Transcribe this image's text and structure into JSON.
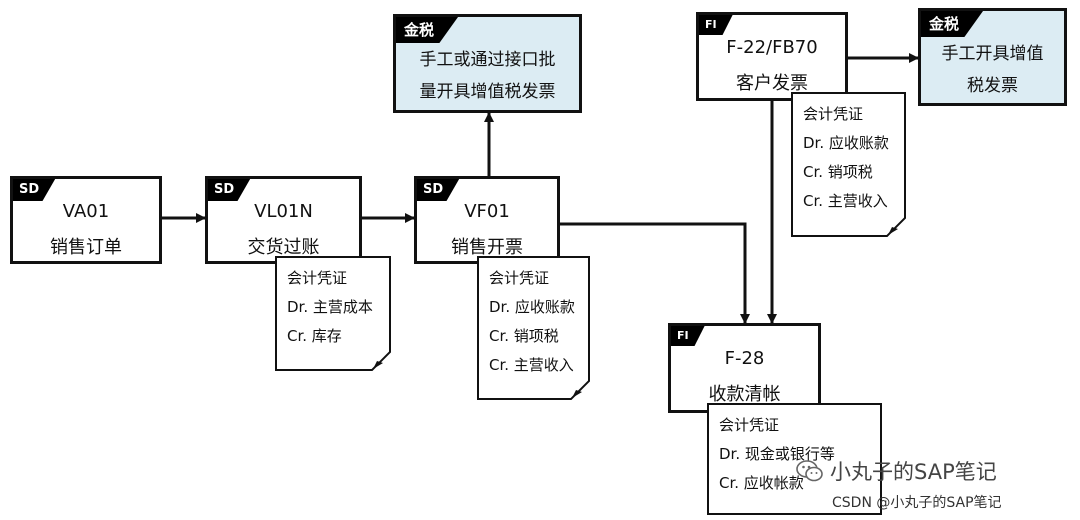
{
  "boxes": {
    "va01": {
      "tag": "SD",
      "code": "VA01",
      "name": "销售订单"
    },
    "vl01n": {
      "tag": "SD",
      "code": "VL01N",
      "name": "交货过账"
    },
    "vf01": {
      "tag": "SD",
      "code": "VF01",
      "name": "销售开票"
    },
    "tax_batch": {
      "tag": "金税",
      "line1": "手工或通过接口批",
      "line2": "量开具增值税发票"
    },
    "f22": {
      "tag": "FI",
      "code": "F-22/FB70",
      "name": "客户发票"
    },
    "tax_manual": {
      "tag": "金税",
      "line1": "手工开具增值",
      "line2": "税发票"
    },
    "f28": {
      "tag": "FI",
      "code": "F-28",
      "name": "收款清帐"
    }
  },
  "notes": {
    "vl01n": [
      "会计凭证",
      "Dr. 主营成本",
      "Cr. 库存"
    ],
    "vf01": [
      "会计凭证",
      "Dr. 应收账款",
      "Cr. 销项税",
      "Cr. 主营收入"
    ],
    "f22": [
      "会计凭证",
      "Dr. 应收账款",
      "Cr. 销项税",
      "Cr. 主营收入"
    ],
    "f28": [
      "会计凭证",
      "Dr. 现金或银行等",
      "Cr. 应收帐款"
    ]
  },
  "watermark": {
    "line1": "小丸子的SAP笔记",
    "line2": "CSDN @小丸子的SAP笔记"
  },
  "colors": {
    "tax_fill": "#dcecf3",
    "tag_fill": "#000000",
    "line": "#111111"
  }
}
